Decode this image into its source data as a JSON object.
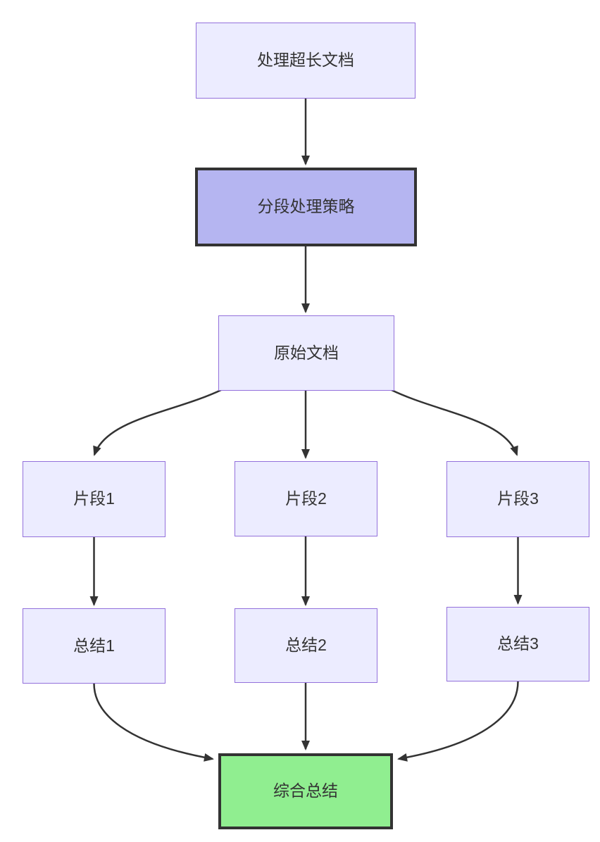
{
  "diagram": {
    "type": "flowchart",
    "direction": "top-down",
    "nodes": [
      {
        "id": "A",
        "label": "处理超长文档",
        "role": "default"
      },
      {
        "id": "B",
        "label": "分段处理策略",
        "role": "emphasis"
      },
      {
        "id": "C",
        "label": "原始文档",
        "role": "default"
      },
      {
        "id": "D",
        "label": "片段1",
        "role": "default"
      },
      {
        "id": "E",
        "label": "片段2",
        "role": "default"
      },
      {
        "id": "F",
        "label": "片段3",
        "role": "default"
      },
      {
        "id": "G",
        "label": "总结1",
        "role": "default"
      },
      {
        "id": "H",
        "label": "总结2",
        "role": "default"
      },
      {
        "id": "I",
        "label": "总结3",
        "role": "default"
      },
      {
        "id": "J",
        "label": "综合总结",
        "role": "success"
      }
    ],
    "edges": [
      {
        "from": "A",
        "to": "B"
      },
      {
        "from": "B",
        "to": "C"
      },
      {
        "from": "C",
        "to": "D"
      },
      {
        "from": "C",
        "to": "E"
      },
      {
        "from": "C",
        "to": "F"
      },
      {
        "from": "D",
        "to": "G"
      },
      {
        "from": "E",
        "to": "H"
      },
      {
        "from": "F",
        "to": "I"
      },
      {
        "from": "G",
        "to": "J"
      },
      {
        "from": "H",
        "to": "J"
      },
      {
        "from": "I",
        "to": "J"
      }
    ],
    "palette": {
      "node_fill": "#ECECFF",
      "node_border": "#9370DB",
      "emphasis_fill": "#B5B5F1",
      "emphasis_border": "#333333",
      "success_fill": "#90EE90",
      "success_border": "#333333",
      "edge_color": "#333333",
      "text_color": "#333333",
      "background": "#FFFFFF"
    }
  }
}
